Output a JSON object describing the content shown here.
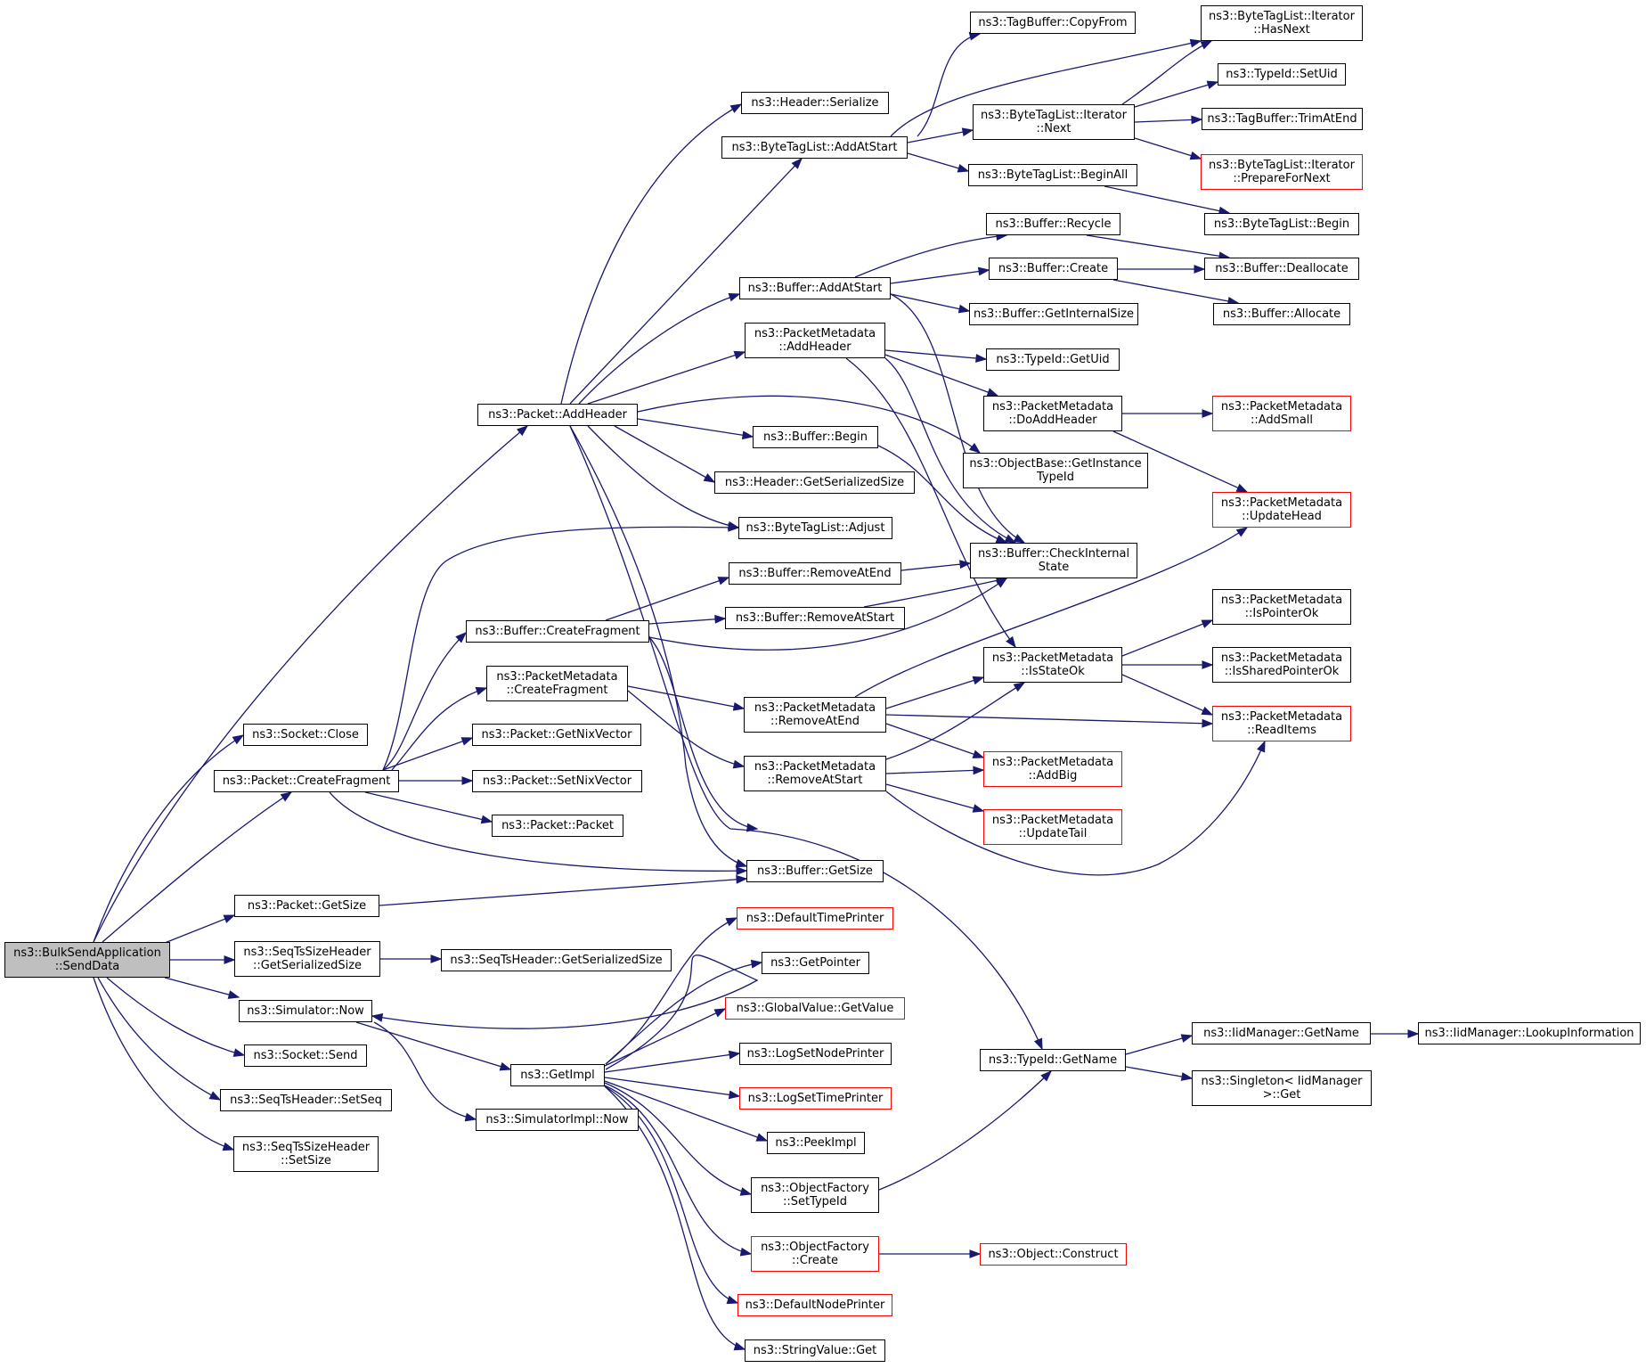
{
  "colors": {
    "edge": "#191970",
    "node_border": "#000000",
    "truncated_border": "#ff0000",
    "root_fill": "#bfbfbf",
    "background": "#ffffff"
  },
  "nodes": {
    "root": {
      "lines": [
        "ns3::BulkSendApplication",
        "::SendData"
      ]
    },
    "socket_close": {
      "lines": [
        "ns3::Socket::Close"
      ]
    },
    "packet_createfragment": {
      "lines": [
        "ns3::Packet::CreateFragment"
      ]
    },
    "packet_getsize": {
      "lines": [
        "ns3::Packet::GetSize"
      ]
    },
    "seqtssize_getserializedsize": {
      "lines": [
        "ns3::SeqTsSizeHeader",
        "::GetSerializedSize"
      ]
    },
    "seqts_getserializedsize": {
      "lines": [
        "ns3::SeqTsHeader::GetSerializedSize"
      ]
    },
    "simulator_now": {
      "lines": [
        "ns3::Simulator::Now"
      ]
    },
    "socket_send": {
      "lines": [
        "ns3::Socket::Send"
      ]
    },
    "seqts_setseq": {
      "lines": [
        "ns3::SeqTsHeader::SetSeq"
      ]
    },
    "seqtssize_setsize": {
      "lines": [
        "ns3::SeqTsSizeHeader",
        "::SetSize"
      ]
    },
    "packet_addheader": {
      "lines": [
        "ns3::Packet::AddHeader"
      ]
    },
    "header_serialize": {
      "lines": [
        "ns3::Header::Serialize"
      ]
    },
    "bytetaglist_addatstart": {
      "lines": [
        "ns3::ByteTagList::AddAtStart"
      ]
    },
    "buffer_addatstart": {
      "lines": [
        "ns3::Buffer::AddAtStart"
      ]
    },
    "pm_addheader": {
      "lines": [
        "ns3::PacketMetadata",
        "::AddHeader"
      ]
    },
    "buffer_begin": {
      "lines": [
        "ns3::Buffer::Begin"
      ]
    },
    "header_getserializedsize": {
      "lines": [
        "ns3::Header::GetSerializedSize"
      ]
    },
    "bytetaglist_adjust": {
      "lines": [
        "ns3::ByteTagList::Adjust"
      ]
    },
    "buffer_createfragment": {
      "lines": [
        "ns3::Buffer::CreateFragment"
      ]
    },
    "pm_createfragment": {
      "lines": [
        "ns3::PacketMetadata",
        "::CreateFragment"
      ]
    },
    "packet_getnixvector": {
      "lines": [
        "ns3::Packet::GetNixVector"
      ]
    },
    "packet_setnixvector": {
      "lines": [
        "ns3::Packet::SetNixVector"
      ]
    },
    "packet_packet": {
      "lines": [
        "ns3::Packet::Packet"
      ]
    },
    "buffer_getsize": {
      "lines": [
        "ns3::Buffer::GetSize"
      ]
    },
    "buffer_removeatend": {
      "lines": [
        "ns3::Buffer::RemoveAtEnd"
      ]
    },
    "buffer_removeatstart": {
      "lines": [
        "ns3::Buffer::RemoveAtStart"
      ]
    },
    "pm_removeatend": {
      "lines": [
        "ns3::PacketMetadata",
        "::RemoveAtEnd"
      ]
    },
    "pm_removeatstart": {
      "lines": [
        "ns3::PacketMetadata",
        "::RemoveAtStart"
      ]
    },
    "tagbuffer_copyfrom": {
      "lines": [
        "ns3::TagBuffer::CopyFrom"
      ]
    },
    "btl_iterator_next": {
      "lines": [
        "ns3::ByteTagList::Iterator",
        "::Next"
      ]
    },
    "btl_beginall": {
      "lines": [
        "ns3::ByteTagList::BeginAll"
      ]
    },
    "btl_iterator_hasnext": {
      "lines": [
        "ns3::ByteTagList::Iterator",
        "::HasNext"
      ]
    },
    "typeid_setuid": {
      "lines": [
        "ns3::TypeId::SetUid"
      ]
    },
    "tagbuffer_trimatend": {
      "lines": [
        "ns3::TagBuffer::TrimAtEnd"
      ]
    },
    "btl_iterator_prepare": {
      "lines": [
        "ns3::ByteTagList::Iterator",
        "::PrepareForNext"
      ]
    },
    "btl_begin": {
      "lines": [
        "ns3::ByteTagList::Begin"
      ]
    },
    "buffer_recycle": {
      "lines": [
        "ns3::Buffer::Recycle"
      ]
    },
    "buffer_create": {
      "lines": [
        "ns3::Buffer::Create"
      ]
    },
    "buffer_getinternalsize": {
      "lines": [
        "ns3::Buffer::GetInternalSize"
      ]
    },
    "buffer_deallocate": {
      "lines": [
        "ns3::Buffer::Deallocate"
      ]
    },
    "buffer_allocate": {
      "lines": [
        "ns3::Buffer::Allocate"
      ]
    },
    "typeid_getuid": {
      "lines": [
        "ns3::TypeId::GetUid"
      ]
    },
    "pm_doaddheader": {
      "lines": [
        "ns3::PacketMetadata",
        "::DoAddHeader"
      ]
    },
    "objectbase_getinstancetypeid": {
      "lines": [
        "ns3::ObjectBase::GetInstance",
        "TypeId"
      ]
    },
    "buffer_checkinternalstate": {
      "lines": [
        "ns3::Buffer::CheckInternal",
        "State"
      ]
    },
    "pm_addsmall": {
      "lines": [
        "ns3::PacketMetadata",
        "::AddSmall"
      ]
    },
    "pm_updatehead": {
      "lines": [
        "ns3::PacketMetadata",
        "::UpdateHead"
      ]
    },
    "pm_isstateok": {
      "lines": [
        "ns3::PacketMetadata",
        "::IsStateOk"
      ]
    },
    "pm_ispointerok": {
      "lines": [
        "ns3::PacketMetadata",
        "::IsPointerOk"
      ]
    },
    "pm_issharedpointerok": {
      "lines": [
        "ns3::PacketMetadata",
        "::IsSharedPointerOk"
      ]
    },
    "pm_readitems": {
      "lines": [
        "ns3::PacketMetadata",
        "::ReadItems"
      ]
    },
    "pm_addbig": {
      "lines": [
        "ns3::PacketMetadata",
        "::AddBig"
      ]
    },
    "pm_updatetail": {
      "lines": [
        "ns3::PacketMetadata",
        "::UpdateTail"
      ]
    },
    "getimpl": {
      "lines": [
        "ns3::GetImpl"
      ]
    },
    "simulatorimpl_now": {
      "lines": [
        "ns3::SimulatorImpl::Now"
      ]
    },
    "defaulttimeprinter": {
      "lines": [
        "ns3::DefaultTimePrinter"
      ]
    },
    "getpointer": {
      "lines": [
        "ns3::GetPointer"
      ]
    },
    "globalvalue_getvalue": {
      "lines": [
        "ns3::GlobalValue::GetValue"
      ]
    },
    "logsetnodeprinter": {
      "lines": [
        "ns3::LogSetNodePrinter"
      ]
    },
    "logsettimeprinter": {
      "lines": [
        "ns3::LogSetTimePrinter"
      ]
    },
    "peekimpl": {
      "lines": [
        "ns3::PeekImpl"
      ]
    },
    "objectfactory_settypeid": {
      "lines": [
        "ns3::ObjectFactory",
        "::SetTypeId"
      ]
    },
    "objectfactory_create": {
      "lines": [
        "ns3::ObjectFactory",
        "::Create"
      ]
    },
    "defaultnodeprinter": {
      "lines": [
        "ns3::DefaultNodePrinter"
      ]
    },
    "stringvalue_get": {
      "lines": [
        "ns3::StringValue::Get"
      ]
    },
    "object_construct": {
      "lines": [
        "ns3::Object::Construct"
      ]
    },
    "typeid_getname": {
      "lines": [
        "ns3::TypeId::GetName"
      ]
    },
    "iidmanager_getname": {
      "lines": [
        "ns3::IidManager::GetName"
      ]
    },
    "iidmanager_lookupinformation": {
      "lines": [
        "ns3::IidManager::LookupInformation"
      ]
    },
    "singleton_get": {
      "lines": [
        "ns3::Singleton< IidManager",
        ">::Get"
      ]
    }
  }
}
